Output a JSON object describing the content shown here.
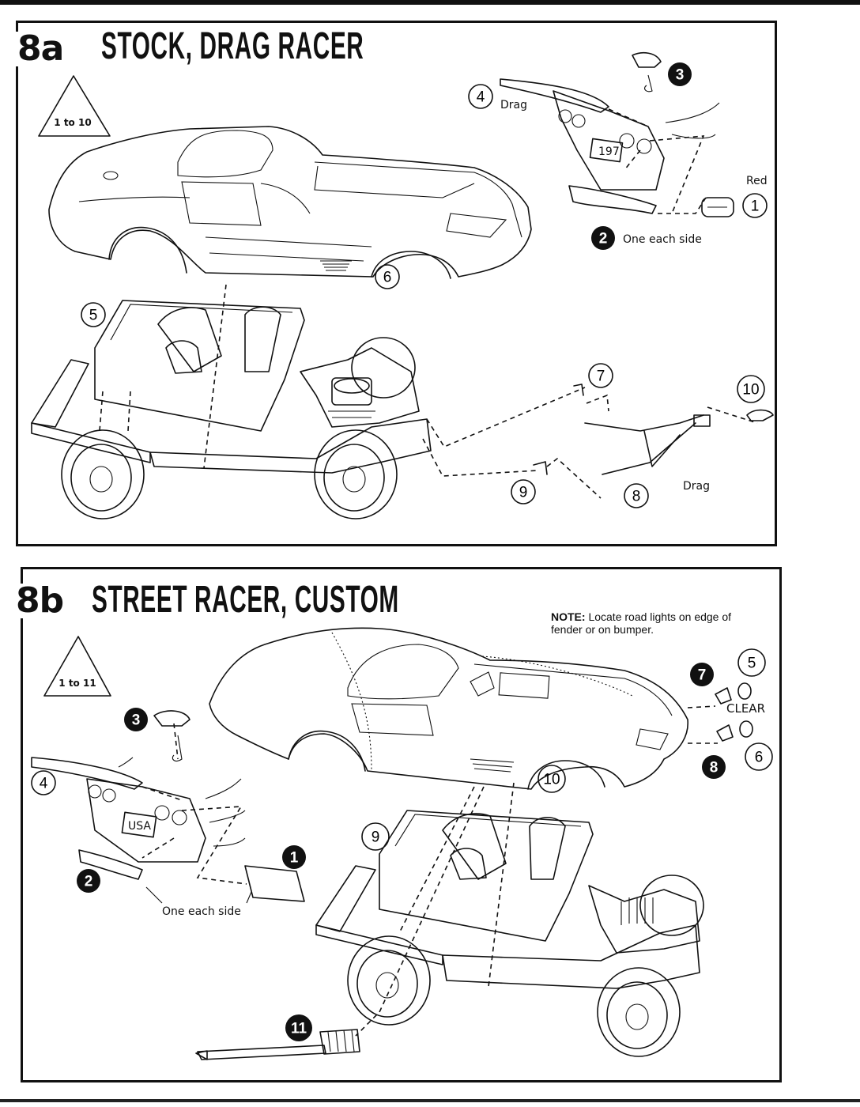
{
  "step_a": {
    "number": "8a",
    "title": "STOCK, DRAG RACER",
    "range": "1 to 10",
    "labels": {
      "drag_top": "Drag",
      "red": "Red",
      "one_each_side": "One each side",
      "drag_bottom": "Drag"
    },
    "callouts": [
      "1",
      "2",
      "3",
      "4",
      "5",
      "6",
      "7",
      "8",
      "9",
      "10"
    ]
  },
  "step_b": {
    "number": "8b",
    "title": "STREET RACER, CUSTOM",
    "range": "1 to 11",
    "note_label": "NOTE:",
    "note_text": "Locate road lights on edge of",
    "note_text2": "fender or on bumper.",
    "labels": {
      "clear": "CLEAR",
      "one_each_side": "One each side"
    },
    "plates": {
      "a": "197",
      "b": "USA"
    },
    "callouts": [
      "1",
      "2",
      "3",
      "4",
      "5",
      "6",
      "7",
      "8",
      "9",
      "10",
      "11"
    ]
  },
  "colors": {
    "ink": "#111111",
    "paper": "#ffffff"
  }
}
